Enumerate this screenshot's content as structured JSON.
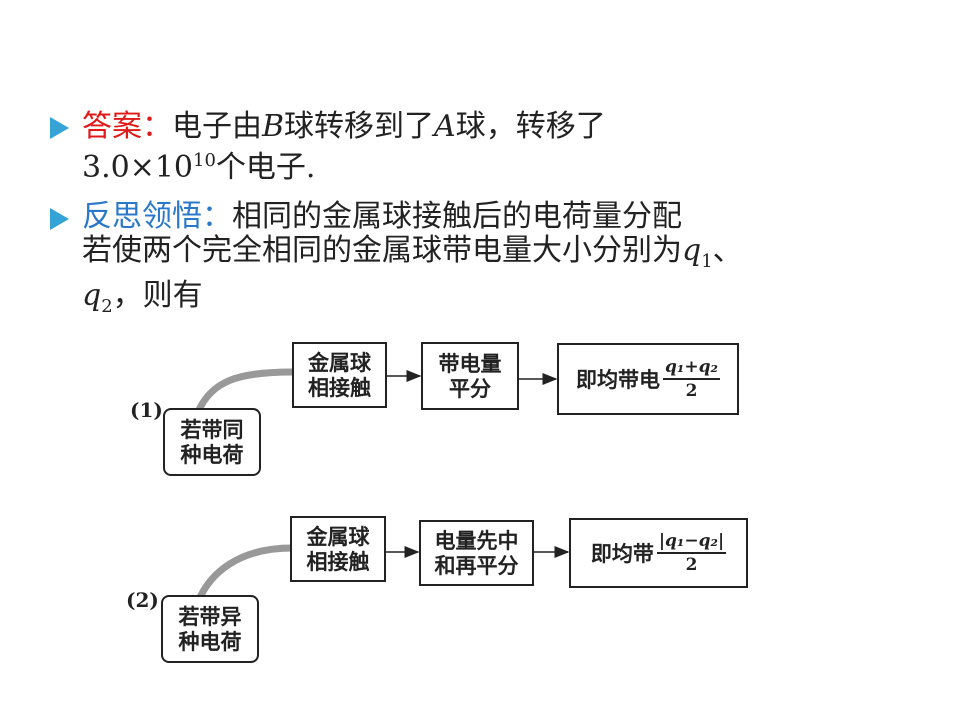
{
  "answer": {
    "label": "答案：",
    "text_a": "电子由",
    "var_b": "B",
    "text_b": "球转移到了",
    "var_a": "A",
    "text_c": "球，转移了",
    "coef": "3.0×10",
    "exp": "10",
    "text_d": "个电子."
  },
  "insight": {
    "label": "反思领悟：",
    "line1": "相同的金属球接触后的电荷量分配",
    "line2": "若使两个完全相同的金属球带电量大小分别为",
    "q": "q",
    "sub1": "1",
    "sep": "、",
    "sub2": "2",
    "line3_tail": "，则有"
  },
  "diagram": {
    "case1": {
      "num": "(1)",
      "start_line1": "若带同",
      "start_line2": "种电荷",
      "step1_line1": "金属球",
      "step1_line2": "相接触",
      "step2_line1": "带电量",
      "step2_line2": "平分",
      "result_text": "即均带电",
      "frac_num": "q₁+q₂",
      "frac_den": "2"
    },
    "case2": {
      "num": "(2)",
      "start_line1": "若带异",
      "start_line2": "种电荷",
      "step1_line1": "金属球",
      "step1_line2": "相接触",
      "step2_line1": "电量先中",
      "step2_line2": "和再平分",
      "result_text": "即均带",
      "frac_num": "|q₁−q₂|",
      "frac_den": "2"
    }
  },
  "colors": {
    "bullet": "#36a3d6",
    "answer_label": "#e01919",
    "insight_label": "#2a78c9"
  }
}
